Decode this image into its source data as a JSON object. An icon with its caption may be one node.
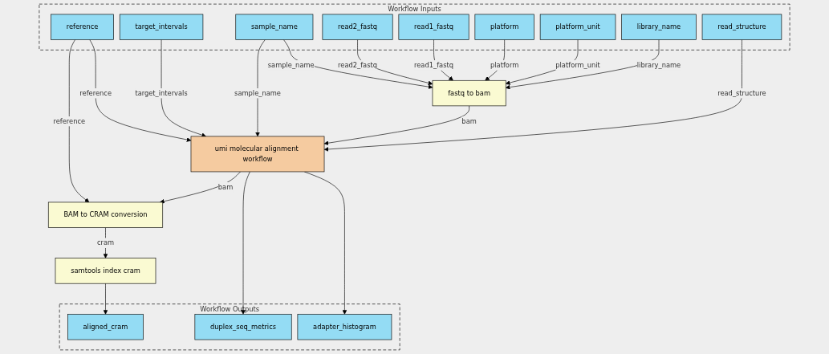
{
  "diagram": {
    "nodes": [
      {
        "text": [
          "Workflow Inputs"
        ]
      },
      {
        "text": [
          "reference"
        ],
        "in": 0
      },
      {
        "text": [
          "target_intervals"
        ],
        "in": 0
      },
      {
        "text": [
          "sample_name"
        ],
        "in": 0
      },
      {
        "text": [
          "read2_fastq"
        ],
        "in": 0
      },
      {
        "text": [
          "read1_fastq"
        ],
        "in": 0
      },
      {
        "text": [
          "platform"
        ],
        "in": 0
      },
      {
        "text": [
          "platform_unit"
        ],
        "in": 0
      },
      {
        "text": [
          "library_name"
        ],
        "in": 0
      },
      {
        "text": [
          "read_structure"
        ],
        "in": 0
      },
      {
        "text": [
          "fastq to bam"
        ]
      },
      {
        "text": [
          "umi molecular alignment workflow"
        ]
      },
      {
        "text": [
          "BAM to CRAM conversion"
        ]
      },
      {
        "text": [
          "samtools index cram"
        ]
      },
      {
        "text": [
          "Workflow Outputs"
        ]
      },
      {
        "text": [
          "aligned_cram"
        ],
        "in": 14
      },
      {
        "text": [
          "duplex_seq_metrics"
        ],
        "in": 14
      },
      {
        "text": [
          "adapter_histogram"
        ],
        "in": 14
      }
    ],
    "edges": [
      {
        "from": 3,
        "to": 10,
        "arrow": "to",
        "label": "sample_name"
      },
      {
        "from": 4,
        "to": 10,
        "arrow": "to",
        "label": "read2_fastq"
      },
      {
        "from": 5,
        "to": 10,
        "arrow": "to",
        "label": "read1_fastq"
      },
      {
        "from": 6,
        "to": 10,
        "arrow": "to",
        "label": "platform"
      },
      {
        "from": 7,
        "to": 10,
        "arrow": "to",
        "label": "platform_unit"
      },
      {
        "from": 8,
        "to": 10,
        "arrow": "to",
        "label": "library_name"
      },
      {
        "from": 1,
        "to": 11,
        "arrow": "to",
        "label": "reference"
      },
      {
        "from": 2,
        "to": 11,
        "arrow": "to",
        "label": "target_intervals"
      },
      {
        "from": 3,
        "to": 11,
        "arrow": "to",
        "label": "sample_name"
      },
      {
        "from": 10,
        "to": 11,
        "arrow": "to",
        "label": "bam"
      },
      {
        "from": 9,
        "to": 11,
        "arrow": "to",
        "label": "read_structure"
      },
      {
        "from": 1,
        "to": 12,
        "arrow": "to",
        "label": "reference"
      },
      {
        "from": 11,
        "to": 12,
        "arrow": "to",
        "label": "bam"
      },
      {
        "from": 12,
        "to": 13,
        "arrow": "to",
        "label": "cram"
      },
      {
        "from": 13,
        "to": 15,
        "arrow": "to"
      },
      {
        "from": 11,
        "to": 16,
        "arrow": "to"
      },
      {
        "from": 11,
        "to": 17,
        "arrow": "to"
      }
    ]
  }
}
